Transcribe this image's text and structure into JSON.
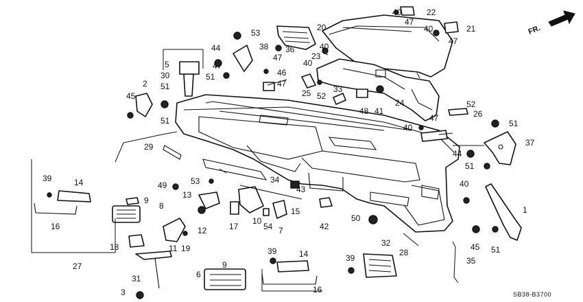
{
  "diagram": {
    "drawing_code": "SB38-B3700",
    "direction_label": "FR.",
    "callouts": [
      "1",
      "2",
      "3",
      "5",
      "6",
      "7",
      "8",
      "9",
      "10",
      "11",
      "12",
      "13",
      "14",
      "15",
      "16",
      "17",
      "18",
      "19",
      "20",
      "21",
      "22",
      "23",
      "24",
      "25",
      "26",
      "27",
      "28",
      "29",
      "30",
      "31",
      "32",
      "33",
      "34",
      "35",
      "36",
      "37",
      "38",
      "39",
      "40",
      "41",
      "42",
      "43",
      "44",
      "45",
      "46",
      "47",
      "48",
      "49",
      "50",
      "51",
      "52",
      "53",
      "54"
    ]
  }
}
